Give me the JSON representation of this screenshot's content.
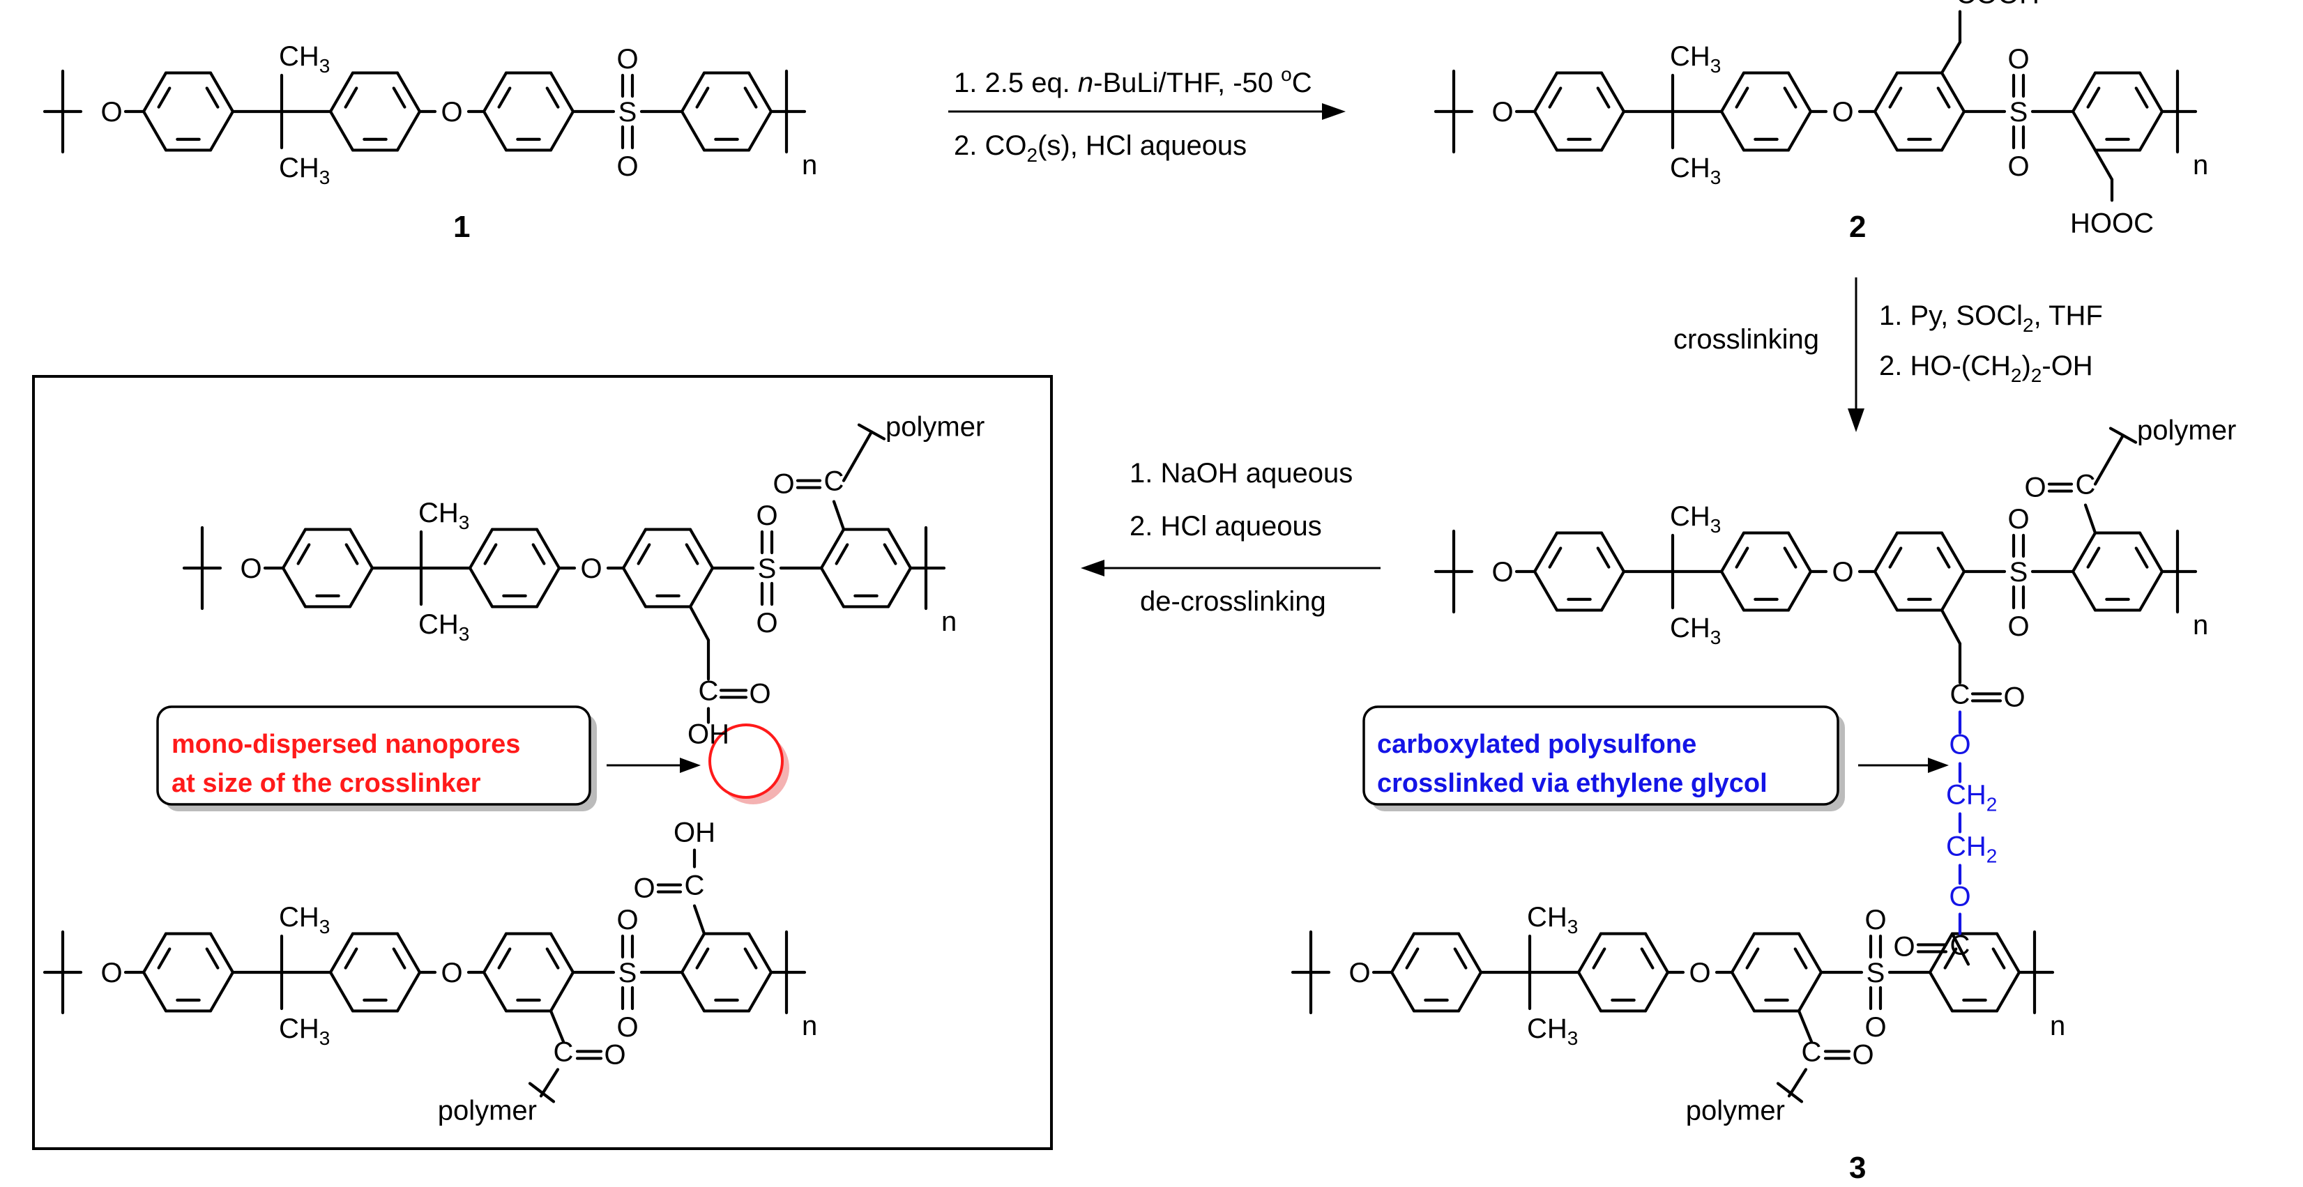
{
  "compounds": {
    "c1": "1",
    "c2": "2",
    "c3": "3"
  },
  "atoms": {
    "O": "O",
    "S": "S",
    "C": "C",
    "OH": "OH",
    "CH3": "CH",
    "CH3_sub": "3",
    "CH2": "CH",
    "CH2_sub": "2",
    "COOH": "COOH",
    "HOOC": "HOOC",
    "n": "n",
    "polymer": "polymer"
  },
  "reactions": {
    "step1": {
      "line1_prefix": "1. 2.5 eq. ",
      "line1_italic": "n",
      "line1_suffix": "-BuLi/THF,  -50 ",
      "line1_sup": "o",
      "line1_end": "C",
      "line2_prefix": "2. CO",
      "line2_sub": "2",
      "line2_suffix": "(s), HCl aqueous"
    },
    "step2": {
      "side_label": "crosslinking",
      "line1_prefix": "1. Py, SOCl",
      "line1_sub": "2",
      "line1_suffix": ", THF",
      "line2_prefix": "2. HO-(CH",
      "line2_sub": "2",
      "line2_suffix": ")",
      "line2_sub2": "2",
      "line2_end": "-OH"
    },
    "step3": {
      "line1": "1. NaOH aqueous",
      "line2": "2. HCl aqueous",
      "below": "de-crosslinking"
    }
  },
  "callouts": {
    "blue": {
      "line1": "carboxylated polysulfone",
      "line2": "crosslinked via ethylene glycol",
      "color": "#1414e6"
    },
    "red": {
      "line1": "mono-dispersed nanopores",
      "line2": "at size of the crosslinker",
      "color": "#ff1a1a"
    }
  },
  "colors": {
    "bonds": "#000000",
    "crosslinker": "#1414e6",
    "nanopore": "#ff1a1a"
  }
}
